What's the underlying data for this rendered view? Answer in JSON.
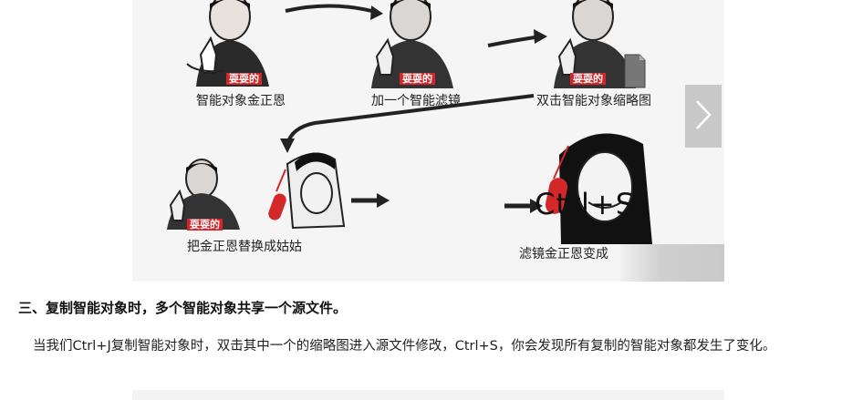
{
  "figure": {
    "captions": {
      "step1": "智能对象金正恩",
      "step2": "加一个智能滤镜",
      "step3": "双击智能对象缩略图",
      "step4": "把金正恩替换成姑姑",
      "step5": "滤镜金正恩变成"
    },
    "tag_text": "耍耍的",
    "shortcut": "Ctrl+S"
  },
  "nav": {
    "next_icon": "chevron-right-icon"
  },
  "article": {
    "heading": "三、复制智能对象时，多个智能对象共享一个源文件。",
    "paragraph": "当我们Ctrl+J复制智能对象时，双击其中一个的缩略图进入源文件修改，Ctrl+S，你会发现所有复制的智能对象都发生了变化。"
  },
  "colors": {
    "panel_bg": "#f5f5f5",
    "tag_red": "#d4272a",
    "nav_bg": "#c8c8c8"
  }
}
